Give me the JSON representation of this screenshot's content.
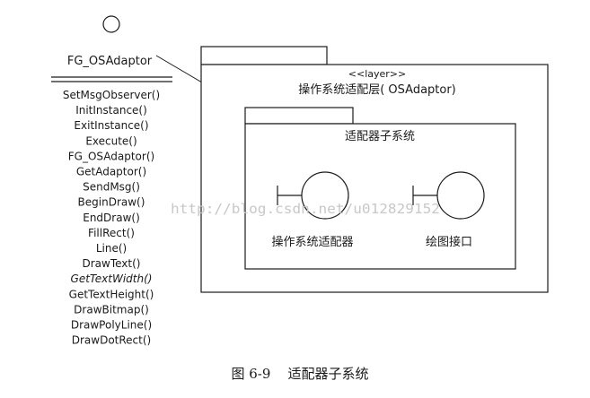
{
  "adaptor_class": {
    "name": "FG_OSAdaptor",
    "methods": [
      {
        "label": "SetMsgObserver()",
        "italic": false
      },
      {
        "label": "InitInstance()",
        "italic": false
      },
      {
        "label": "ExitInstance()",
        "italic": false
      },
      {
        "label": "Execute()",
        "italic": false
      },
      {
        "label": "FG_OSAdaptor()",
        "italic": false
      },
      {
        "label": "GetAdaptor()",
        "italic": false
      },
      {
        "label": "SendMsg()",
        "italic": false
      },
      {
        "label": "BeginDraw()",
        "italic": false
      },
      {
        "label": "EndDraw()",
        "italic": false
      },
      {
        "label": "FillRect()",
        "italic": false
      },
      {
        "label": "Line()",
        "italic": false
      },
      {
        "label": "DrawText()",
        "italic": false
      },
      {
        "label": "GetTextWidth()",
        "italic": true
      },
      {
        "label": "GetTextHeight()",
        "italic": false
      },
      {
        "label": "DrawBitmap()",
        "italic": false
      },
      {
        "label": "DrawPolyLine()",
        "italic": false
      },
      {
        "label": "DrawDotRect()",
        "italic": false
      }
    ]
  },
  "layer_package": {
    "stereotype": "<<layer>>",
    "name": "操作系统适配层( OSAdaptor)"
  },
  "subsystem_package": {
    "name": "适配器子系统"
  },
  "boundaries": [
    {
      "label": "操作系统适配器"
    },
    {
      "label": "绘图接口"
    }
  ],
  "watermark": "http://blog.csdn.net/u012829152",
  "caption": "图 6-9    适配器子系统"
}
